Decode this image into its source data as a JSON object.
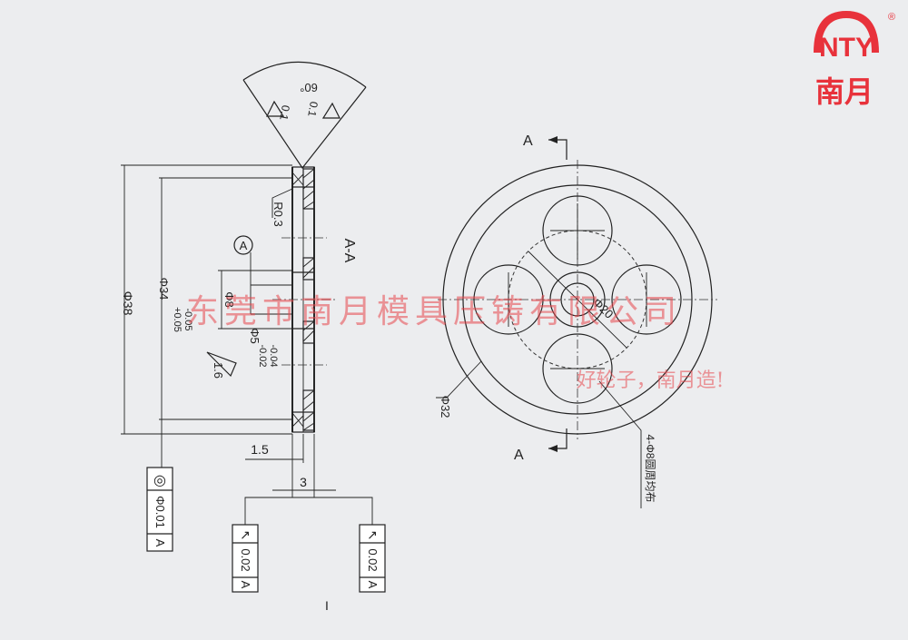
{
  "logo": {
    "mark_text": "NTY",
    "registered": "®",
    "name": "南月",
    "color": "#e8323b"
  },
  "watermark": {
    "company": "东莞市南月模具压铸有限公司",
    "slogan": "好轮子，南月造!"
  },
  "drawing": {
    "left_view": {
      "angle": "60°",
      "roughness_a": "0.1",
      "roughness_b": "0.1",
      "radius": "R0.3",
      "section_label": "A-A",
      "datum": "A",
      "dia_outer": "Φ38",
      "dia_groove": "Φ34",
      "groove_tol_upper": "+0.05",
      "groove_tol_lower": "-0.05",
      "dia_hole": "Φ8",
      "dia_bore": "Φ5",
      "bore_tol_upper": "-0.02",
      "bore_tol_lower": "-0.04",
      "surface_finish": "1.6",
      "dim_half_width": "1.5",
      "dim_width": "3",
      "concentricity": {
        "symbol": "◎",
        "value": "Φ0.01",
        "datum": "A"
      },
      "runout_left": {
        "symbol": "↗",
        "value": "0.02",
        "datum": "A"
      },
      "runout_right": {
        "symbol": "↗",
        "value": "0.02",
        "datum": "A"
      }
    },
    "right_view": {
      "section_top": "A",
      "section_bottom": "A",
      "dia_pcd": "Φ20",
      "dia_face": "Φ32",
      "holes_note": "4-Φ8圆周均布"
    },
    "page_mark": "I"
  }
}
